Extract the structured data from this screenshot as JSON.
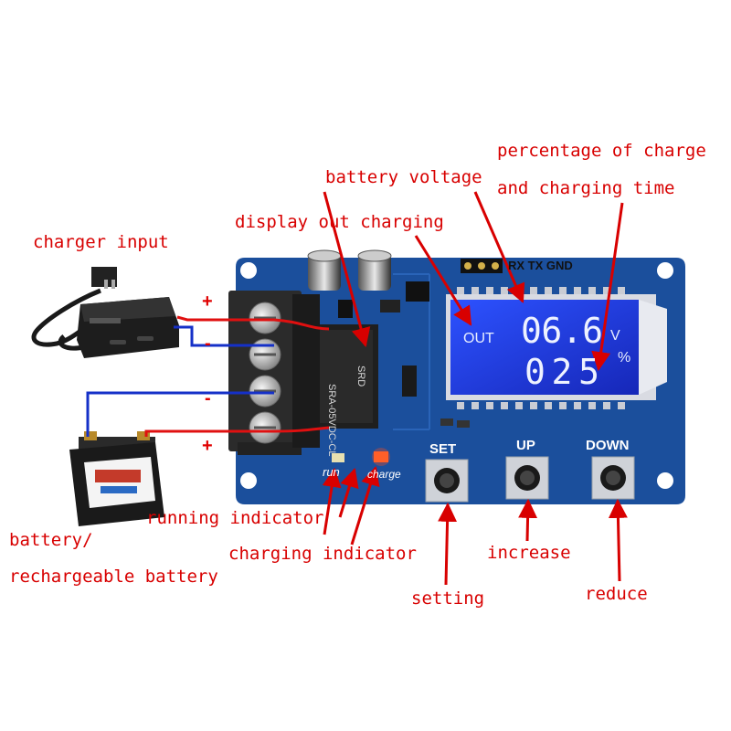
{
  "callouts": {
    "percentage": "percentage of charge",
    "charging_time": "and charging time",
    "battery_voltage": "battery voltage",
    "display_out": "display out charging",
    "charger_input": "charger input",
    "running_indicator": "running indicator",
    "charging_indicator": "charging indicator",
    "battery_line1": "battery/",
    "battery_line2": "rechargeable battery",
    "increase": "increase",
    "setting": "setting",
    "reduce": "reduce"
  },
  "terminals": {
    "plus_top": "+",
    "minus_1": "-",
    "minus_2": "-",
    "plus_bottom": "+"
  },
  "board": {
    "header_pins": "RX TX GND",
    "relay_model": "SRA-05VDC-CL",
    "relay_brand": "SRD",
    "led_run": "run",
    "led_charge": "charge",
    "buttons": {
      "set": "SET",
      "up": "UP",
      "down": "DOWN"
    }
  },
  "lcd": {
    "out": "OUT",
    "voltage": "06.6",
    "voltage_unit": "V",
    "percent": "025",
    "percent_unit": "%"
  },
  "colors": {
    "callout_red": "#d80000",
    "pcb_blue": "#1b4f9c",
    "lcd_blue": "#1f3fe0",
    "wire_red": "#e01010",
    "wire_blue": "#1530c8"
  }
}
